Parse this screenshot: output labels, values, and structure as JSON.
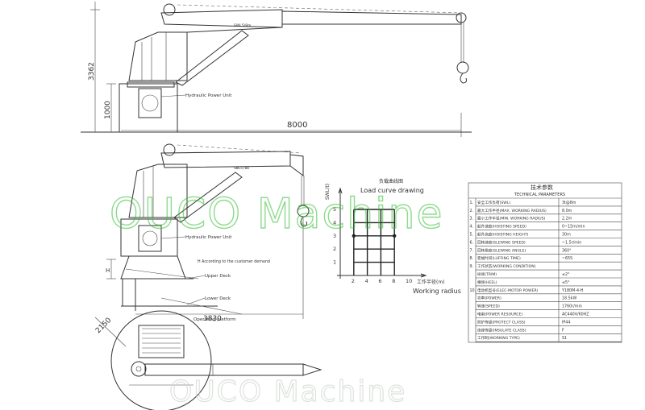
{
  "top_view": {
    "swl_label": "SWL5/8m",
    "power_unit_label": "Hydraulic Power Unit",
    "dim_height": "3362",
    "dim_base": "1000",
    "dim_length": "8000"
  },
  "mid_view": {
    "swl_label": "SWL5/8m",
    "power_unit_label": "Hydraulic Power Unit",
    "custom_note": "H According to the customer demand",
    "h_label": "H",
    "upper_deck": "Upper Deck",
    "lower_deck": "Lower Deck",
    "dim_length": "3830",
    "operating_platform": "Operating platform"
  },
  "plan_view": {
    "dim_radius": "2150"
  },
  "watermark": {
    "main": "OUCO Machine",
    "bottom": "OUCO Machine"
  },
  "load_chart": {
    "title_cn": "负载曲线图",
    "title_en": "Load curve drawing",
    "y_axis_label": "SWL(t)",
    "x_axis_cn": "工作半径(m)",
    "x_axis_en": "Working radius"
  },
  "chart_data": {
    "type": "line",
    "title": "Load curve drawing",
    "xlabel": "Working radius",
    "ylabel": "SWL(t)",
    "x_ticks": [
      2,
      4,
      6,
      8,
      10
    ],
    "y_ticks": [
      1,
      2,
      3,
      4,
      5
    ],
    "xlim": [
      0,
      10
    ],
    "ylim": [
      0,
      5
    ],
    "grid": true,
    "series": [
      {
        "x": [
          2,
          8
        ],
        "y": [
          3,
          3
        ]
      }
    ]
  },
  "params_table": {
    "title_cn": "技术参数",
    "title_en": "TECHNICAL PARAMETERS",
    "rows": [
      {
        "no": "1.",
        "name": "安全工作负荷(SWL)",
        "value": "3t@8m"
      },
      {
        "no": "2.",
        "name": "最大工作半径(MAX. WORKING RADIUS)",
        "value": "8.0m"
      },
      {
        "no": "3.",
        "name": "最小工作半径(MIN. WORKING RADIUS)",
        "value": "2.2m"
      },
      {
        "no": "4.",
        "name": "起升速度(HOISTING SPEED)",
        "value": "0~15m/min"
      },
      {
        "no": "5.",
        "name": "起升高度(HOISTING HEIGHT)",
        "value": "30m"
      },
      {
        "no": "6.",
        "name": "回转速度(SLEWING SPEED)",
        "value": "~1.5r/min"
      },
      {
        "no": "7.",
        "name": "回转角度(SLEWING ANGLE)",
        "value": "360°"
      },
      {
        "no": "8.",
        "name": "变幅时间(LUFFING TIME)",
        "value": "~65S"
      },
      {
        "no": "9.",
        "name": "工作状态(WORKING CONDITION)",
        "value": ""
      },
      {
        "no": "",
        "name": "纵倾(TRIM)",
        "value": "≤2°"
      },
      {
        "no": "",
        "name": "横倾(HEEL)",
        "value": "≤5°"
      },
      {
        "no": "10.",
        "name": "电动机型号(ELEC-MOTOR POWER)",
        "value": "Y180M-4-H"
      },
      {
        "no": "",
        "name": "功率(POWER)",
        "value": "18.5kW"
      },
      {
        "no": "",
        "name": "转速(SPEED)",
        "value": "1760r/min"
      },
      {
        "no": "",
        "name": "电制(POWER RESOURCE)",
        "value": "AC440V/60HZ"
      },
      {
        "no": "",
        "name": "防护等级(PROTECT CLASS)",
        "value": "IP44"
      },
      {
        "no": "",
        "name": "绝缘等级(INSULATE CLASS)",
        "value": "F"
      },
      {
        "no": "",
        "name": "工作制(WORKING TYPE)",
        "value": "S1"
      }
    ]
  }
}
